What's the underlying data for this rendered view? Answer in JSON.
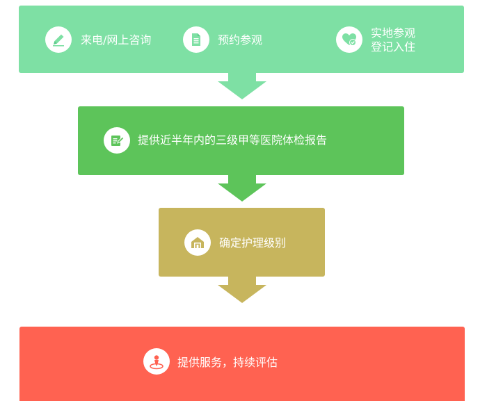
{
  "steps": [
    {
      "items": [
        {
          "label": "来电/网上咨询",
          "icon": "pencil-icon"
        },
        {
          "label": "预约参观",
          "icon": "document-icon"
        },
        {
          "label_line1": "实地参观",
          "label_line2": "登记入住",
          "icon": "heart-check-icon"
        }
      ],
      "color": "#7ee0a4"
    },
    {
      "label": "提供近半年内的三级甲等医院体检报告",
      "icon": "edit-report-icon",
      "color": "#5dc45a"
    },
    {
      "label": "确定护理级别",
      "icon": "house-icon",
      "color": "#c7b55d"
    },
    {
      "label": "提供服务，持续评估",
      "icon": "location-pin-icon",
      "color": "#ff6251"
    }
  ]
}
